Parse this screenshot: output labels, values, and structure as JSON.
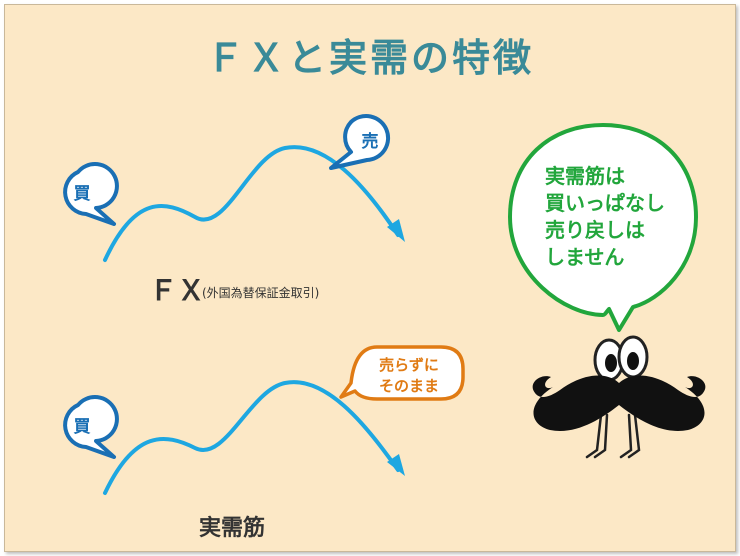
{
  "title": "ＦＸと実需の特徴",
  "fx": {
    "buy_label": "買",
    "sell_label": "売",
    "name": "ＦＸ",
    "name_sub": "(外国為替保証金取引)"
  },
  "jitsuju": {
    "buy_label": "買",
    "note_line1": "売らずに",
    "note_line2": "そのまま",
    "name": "実需筋"
  },
  "mascot": {
    "speech_line1": "実需筋は",
    "speech_line2": "買いっぱなし",
    "speech_line3": "売り戻しは",
    "speech_line4": "しません"
  },
  "colors": {
    "background": "#fce8c6",
    "title": "#3a8a98",
    "curve": "#1ea7e1",
    "bubble_blue": "#1a6fb4",
    "bubble_orange": "#e07b14",
    "bubble_green": "#22a63c"
  }
}
